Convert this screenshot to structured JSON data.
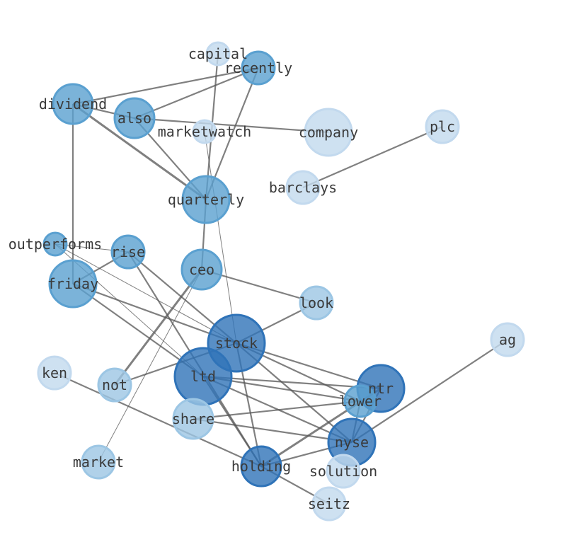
{
  "colors": {
    "edge": "#555555",
    "label": "#3a3a3a",
    "dark": "#2f73b8",
    "mid": "#5aa0d0",
    "light": "#9cc6e4",
    "pale": "#c2d9ee"
  },
  "nodes": [
    {
      "id": "capital",
      "label": "capital",
      "tone": "pale"
    },
    {
      "id": "recently",
      "label": "recently",
      "tone": "mid"
    },
    {
      "id": "dividend",
      "label": "dividend",
      "tone": "mid"
    },
    {
      "id": "also",
      "label": "also",
      "tone": "mid"
    },
    {
      "id": "marketwatch",
      "label": "marketwatch",
      "tone": "pale"
    },
    {
      "id": "company",
      "label": "company",
      "tone": "pale"
    },
    {
      "id": "plc",
      "label": "plc",
      "tone": "pale"
    },
    {
      "id": "barclays",
      "label": "barclays",
      "tone": "pale"
    },
    {
      "id": "quarterly",
      "label": "quarterly",
      "tone": "mid"
    },
    {
      "id": "outperforms",
      "label": "outperforms",
      "tone": "mid"
    },
    {
      "id": "rise",
      "label": "rise",
      "tone": "mid"
    },
    {
      "id": "ceo",
      "label": "ceo",
      "tone": "mid"
    },
    {
      "id": "friday",
      "label": "friday",
      "tone": "mid"
    },
    {
      "id": "look",
      "label": "look",
      "tone": "light"
    },
    {
      "id": "stock",
      "label": "stock",
      "tone": "dark"
    },
    {
      "id": "ag",
      "label": "ag",
      "tone": "pale"
    },
    {
      "id": "ken",
      "label": "ken",
      "tone": "pale"
    },
    {
      "id": "not",
      "label": "not",
      "tone": "light"
    },
    {
      "id": "ltd",
      "label": "ltd",
      "tone": "dark"
    },
    {
      "id": "ntr",
      "label": "ntr",
      "tone": "dark"
    },
    {
      "id": "lower",
      "label": "lower",
      "tone": "mid"
    },
    {
      "id": "share",
      "label": "share",
      "tone": "light"
    },
    {
      "id": "nyse",
      "label": "nyse",
      "tone": "dark"
    },
    {
      "id": "market",
      "label": "market",
      "tone": "light"
    },
    {
      "id": "holding",
      "label": "holding",
      "tone": "dark"
    },
    {
      "id": "solution",
      "label": "solution",
      "tone": "pale"
    },
    {
      "id": "seitz",
      "label": "seitz",
      "tone": "pale"
    }
  ],
  "edges": [
    {
      "source": "capital",
      "target": "quarterly",
      "weight": 2
    },
    {
      "source": "recently",
      "target": "dividend",
      "weight": 2
    },
    {
      "source": "recently",
      "target": "also",
      "weight": 2
    },
    {
      "source": "recently",
      "target": "quarterly",
      "weight": 2
    },
    {
      "source": "dividend",
      "target": "also",
      "weight": 2
    },
    {
      "source": "dividend",
      "target": "quarterly",
      "weight": 3
    },
    {
      "source": "dividend",
      "target": "friday",
      "weight": 2
    },
    {
      "source": "also",
      "target": "company",
      "weight": 2
    },
    {
      "source": "also",
      "target": "quarterly",
      "weight": 2
    },
    {
      "source": "marketwatch",
      "target": "stock",
      "weight": 1
    },
    {
      "source": "plc",
      "target": "barclays",
      "weight": 2
    },
    {
      "source": "quarterly",
      "target": "ceo",
      "weight": 2
    },
    {
      "source": "ceo",
      "target": "not",
      "weight": 3
    },
    {
      "source": "ceo",
      "target": "look",
      "weight": 2
    },
    {
      "source": "ceo",
      "target": "market",
      "weight": 1
    },
    {
      "source": "outperforms",
      "target": "rise",
      "weight": 1
    },
    {
      "source": "outperforms",
      "target": "stock",
      "weight": 1
    },
    {
      "source": "outperforms",
      "target": "ltd",
      "weight": 1
    },
    {
      "source": "rise",
      "target": "friday",
      "weight": 2
    },
    {
      "source": "rise",
      "target": "stock",
      "weight": 2
    },
    {
      "source": "rise",
      "target": "holding",
      "weight": 2
    },
    {
      "source": "friday",
      "target": "stock",
      "weight": 2
    },
    {
      "source": "friday",
      "target": "ltd",
      "weight": 2
    },
    {
      "source": "look",
      "target": "stock",
      "weight": 2
    },
    {
      "source": "stock",
      "target": "not",
      "weight": 2
    },
    {
      "source": "stock",
      "target": "ntr",
      "weight": 2
    },
    {
      "source": "stock",
      "target": "lower",
      "weight": 2
    },
    {
      "source": "stock",
      "target": "nyse",
      "weight": 2
    },
    {
      "source": "stock",
      "target": "holding",
      "weight": 2
    },
    {
      "source": "ltd",
      "target": "ntr",
      "weight": 2
    },
    {
      "source": "ltd",
      "target": "nyse",
      "weight": 2
    },
    {
      "source": "ltd",
      "target": "holding",
      "weight": 2
    },
    {
      "source": "ltd",
      "target": "lower",
      "weight": 2
    },
    {
      "source": "share",
      "target": "lower",
      "weight": 2
    },
    {
      "source": "share",
      "target": "nyse",
      "weight": 2
    },
    {
      "source": "ntr",
      "target": "nyse",
      "weight": 2
    },
    {
      "source": "ntr",
      "target": "holding",
      "weight": 3
    },
    {
      "source": "lower",
      "target": "nyse",
      "weight": 2
    },
    {
      "source": "nyse",
      "target": "holding",
      "weight": 2
    },
    {
      "source": "nyse",
      "target": "ag",
      "weight": 2
    },
    {
      "source": "ken",
      "target": "holding",
      "weight": 2
    },
    {
      "source": "holding",
      "target": "seitz",
      "weight": 2
    }
  ]
}
